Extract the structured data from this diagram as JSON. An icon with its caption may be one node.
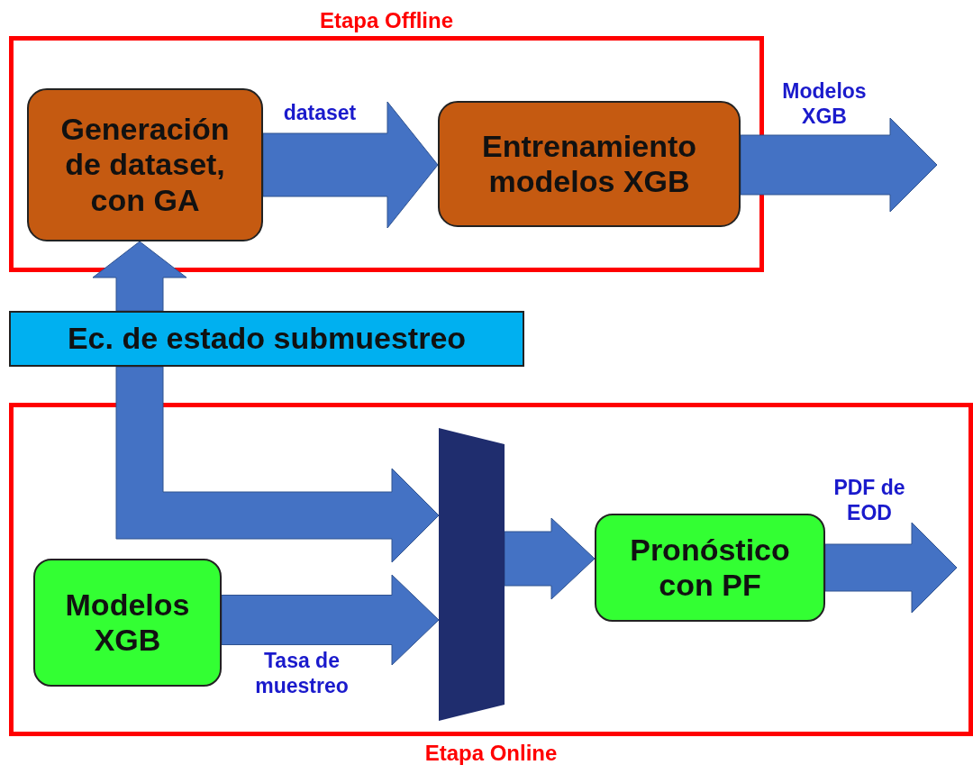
{
  "diagram": {
    "nodes": [
      {
        "text": [
          "Etapa Offline"
        ]
      },
      {
        "text": [
          "Generación de dataset, con GA"
        ],
        "in": 0
      },
      {
        "text": [
          "Entrenamiento modelos XGB"
        ],
        "in": 0
      },
      {
        "text": [
          "Ec. de estado submuestreo"
        ]
      },
      {
        "text": [
          "Etapa Online"
        ]
      },
      {
        "text": [
          "Modelos XGB"
        ],
        "in": 4
      },
      {
        "text": [],
        "shape": "trapezoid",
        "in": 4
      },
      {
        "text": [
          "Pronóstico con PF"
        ],
        "in": 4
      }
    ],
    "edges": [
      {
        "from": 1,
        "to": 2,
        "arrow": "to",
        "label": "dataset"
      },
      {
        "from": 2,
        "to": null,
        "arrow": "to",
        "label": "Modelos XGB"
      },
      {
        "from": 3,
        "to": 1,
        "arrow": "to"
      },
      {
        "from": 3,
        "to": 6,
        "arrow": "to"
      },
      {
        "from": 5,
        "to": 6,
        "arrow": "to",
        "label": "Tasa de muestreo"
      },
      {
        "from": 6,
        "to": 7,
        "arrow": "to"
      },
      {
        "from": 7,
        "to": null,
        "arrow": "to",
        "label": "PDF de EOD"
      }
    ]
  }
}
